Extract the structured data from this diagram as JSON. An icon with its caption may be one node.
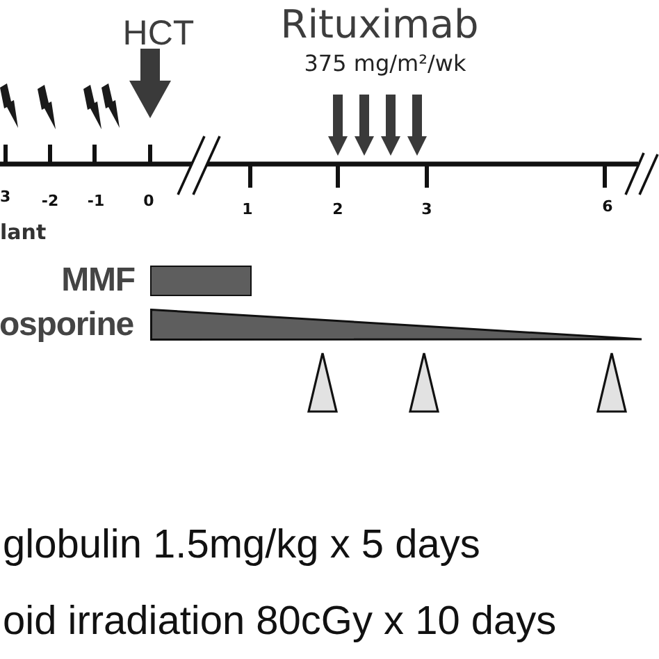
{
  "diagram": {
    "nodes": [
      {
        "text": [],
        "shape": "bar",
        "beside": [
          "MMF"
        ]
      },
      {
        "text": [],
        "shape": "wedge",
        "beside": [
          "osporine"
        ]
      }
    ],
    "labels": [
      "HCT",
      "Rituximab",
      "375 mg/m²/wk",
      "3",
      "-2",
      "-1",
      "0",
      "1",
      "2",
      "3",
      "6",
      "lant",
      "globulin 1.5mg/kg x 5 days",
      "oid irradiation 80cGy x 10 days"
    ]
  }
}
